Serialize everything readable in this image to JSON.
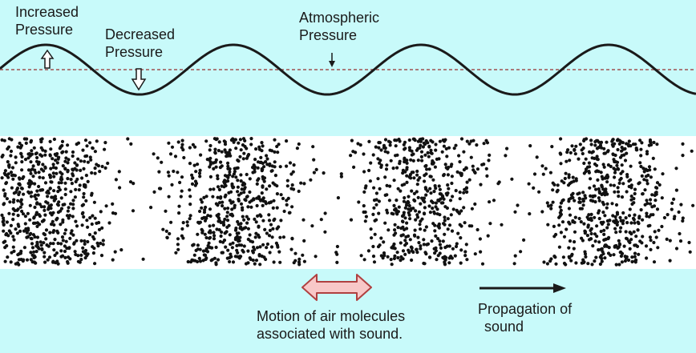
{
  "labels": {
    "increased_line1": "Increased",
    "increased_line2": "Pressure",
    "decreased_line1": "Decreased",
    "decreased_line2": "Pressure",
    "atmospheric_line1": "Atmospheric",
    "atmospheric_line2": "Pressure",
    "motion_line1": "Motion of air molecules",
    "motion_line2": "associated with sound.",
    "propagation_line1": "Propagation of",
    "propagation_line2": "sound"
  },
  "colors": {
    "background": "#c8fafa",
    "molecule_band": "#ffffff",
    "wave": "#1a1a1a",
    "atmospheric_line": "#a05050",
    "double_arrow_fill": "#f8c8c8",
    "double_arrow_stroke": "#b04040",
    "molecule": "#111111",
    "text": "#1a1a1a"
  },
  "icons": {
    "increased_arrow": "hollow-up-arrow-icon",
    "decreased_arrow": "hollow-down-arrow-icon",
    "atmospheric_pointer": "small-down-arrow-icon",
    "motion_arrow": "double-headed-arrow-icon",
    "propagation_arrow": "right-arrow-icon"
  }
}
